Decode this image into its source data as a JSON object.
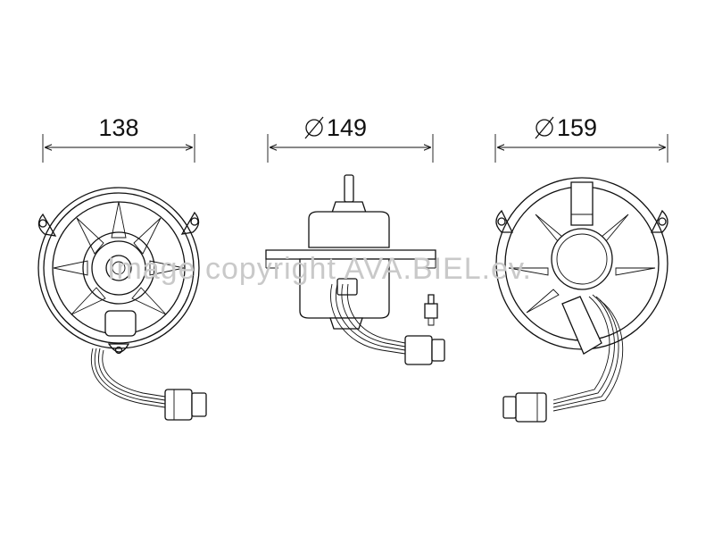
{
  "dimensions": {
    "left": {
      "value": "138",
      "diameter": false
    },
    "middle": {
      "value": "149",
      "diameter": true
    },
    "right": {
      "value": "159",
      "diameter": true
    }
  },
  "diameter_symbol": "∅",
  "watermark": "Image copyright AVA.BIEL.ev.",
  "views": [
    "front-view",
    "side-view",
    "rear-view"
  ]
}
